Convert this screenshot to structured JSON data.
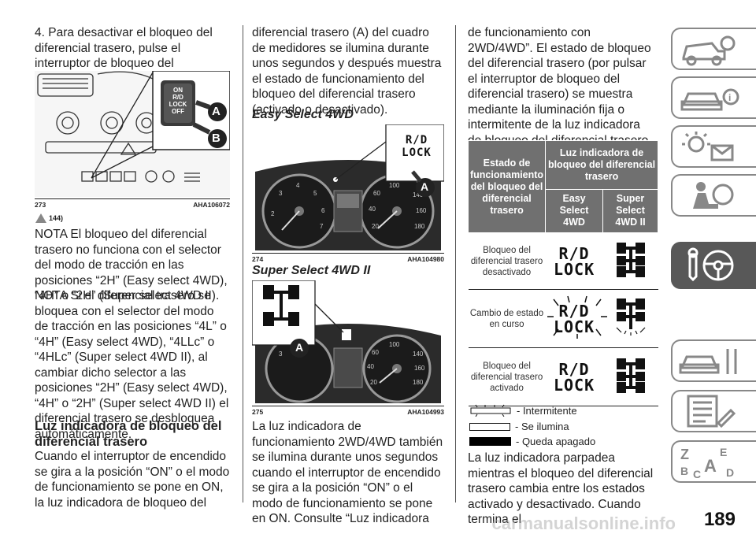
{
  "col1": {
    "intro": "4. Para desactivar el bloqueo del diferencial trasero, pulse el interruptor de bloqueo del diferencial trasero (B).",
    "fig273": {
      "number": "273",
      "code": "AHA106072",
      "switch_labels": [
        "ON",
        "R/D",
        "LOCK",
        "OFF"
      ],
      "callout_a": "A",
      "callout_b": "B"
    },
    "ref": "144)",
    "nota1": "NOTA El bloqueo del diferencial trasero no funciona con el selector del modo de tracción en las posiciones “2H” (Easy select 4WD), “4H” o “2H” (Super select 4WD II).",
    "nota2": "NOTA Si el diferencial trasero se bloquea con el selector del modo de tracción en las posiciones “4L” o “4H” (Easy select 4WD), “4LLc” o “4HLc” (Super select 4WD II), al cambiar dicho selector a las posiciones “2H” (Easy select 4WD), “4H” o “2H” (Super select 4WD II) el diferencial trasero se desbloquea automáticamente.",
    "heading": "Luz indicadora de bloqueo del diferencial trasero",
    "body": "Cuando el interruptor de encendido se gira a la posición “ON” o el modo de funcionamiento se pone en ON, la luz indicadora de bloqueo del"
  },
  "col2": {
    "text1": "diferencial trasero (A) del cuadro de medidores se ilumina durante unos segundos y después muestra el estado de funcionamiento del bloqueo del diferencial trasero (activado o desactivado).",
    "easy_heading": "Easy Select 4WD",
    "fig274": {
      "number": "274",
      "code": "AHA104980",
      "indicator": "R/D\nLOCK",
      "callout": "A"
    },
    "super_heading": "Super Select 4WD II",
    "fig275": {
      "number": "275",
      "code": "AHA104993",
      "callout": "A"
    },
    "text2": "La luz indicadora de funcionamiento 2WD/4WD también se ilumina durante unos segundos cuando el interruptor de encendido se gira a la posición “ON” o el modo de funcionamiento se pone en ON. Consulte “Luz indicadora"
  },
  "col3": {
    "text1": "de funcionamiento con 2WD/4WD”. El estado de bloqueo del diferencial trasero (por pulsar el interruptor de bloqueo del diferencial trasero) se muestra mediante la iluminación fija o intermitente de la luz indicadora de bloqueo del diferencial trasero.",
    "table": {
      "col1_header": "Estado de funcionamiento del bloqueo del diferencial trasero",
      "group_header": "Luz indicadora de bloqueo del diferencial trasero",
      "sub_headers": [
        "Easy Select 4WD",
        "Super Select 4WD II"
      ],
      "rows": [
        {
          "state": "Bloqueo del diferencial trasero desactivado",
          "indicator": "R/D LOCK"
        },
        {
          "state": "Cambio de estado en curso",
          "indicator": "R/D LOCK"
        },
        {
          "state": "Bloqueo del diferencial trasero activado",
          "indicator": "R/D LOCK"
        }
      ]
    },
    "legend": [
      "- Intermitente",
      "- Se ilumina",
      "- Queda apagado"
    ],
    "text2": "La luz indicadora parpadea mientras el bloqueo del diferencial trasero cambia entre los estados activado y desactivado. Cuando termina el"
  },
  "page_number": "189",
  "watermark": "carmanualsonline.info",
  "sidebar": {
    "tabs": [
      "car-dashboard-icon",
      "car-info-icon",
      "warning-lights-icon",
      "airbag-person-icon",
      "key-steering-icon",
      "car-tools-icon",
      "checklist-icon",
      "index-letters-icon"
    ],
    "index_letters": [
      "Z",
      "E",
      "B",
      "A",
      "C",
      "D"
    ],
    "active_color": "#585858"
  }
}
